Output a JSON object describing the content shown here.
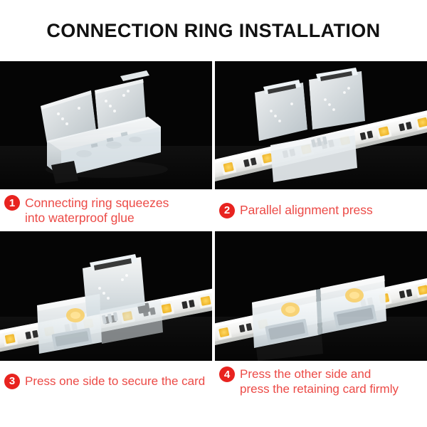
{
  "header": {
    "title": "CONNECTION RING INSTALLATION"
  },
  "colors": {
    "badge_red": "#e8231f",
    "caption_red": "#ec4a46",
    "title_black": "#111111",
    "photo_background": "#040404",
    "page_background": "#ffffff",
    "led_phosphor_yellow": "#f5c842",
    "connector_plastic": "#e9edf0"
  },
  "steps": [
    {
      "number": "1",
      "caption_lines": [
        "Connecting ring squeezes",
        "into waterproof glue"
      ],
      "photo_alt": "open translucent connector housing with two hinged lids on black background",
      "layout": "two-line"
    },
    {
      "number": "2",
      "caption_lines": [
        "Parallel alignment press"
      ],
      "photo_alt": "LED strip laid into open connector with two lids raised",
      "layout": "one-line"
    },
    {
      "number": "3",
      "caption_lines": [
        "Press one side to secure the card"
      ],
      "photo_alt": "one lid pressed closed over the LED strip, second lid still open",
      "layout": "one-line"
    },
    {
      "number": "4",
      "caption_lines": [
        "Press the other side and",
        "press the retaining card firmly"
      ],
      "photo_alt": "both lids closed, connector fully seated on the LED strip",
      "layout": "two-line"
    }
  ]
}
